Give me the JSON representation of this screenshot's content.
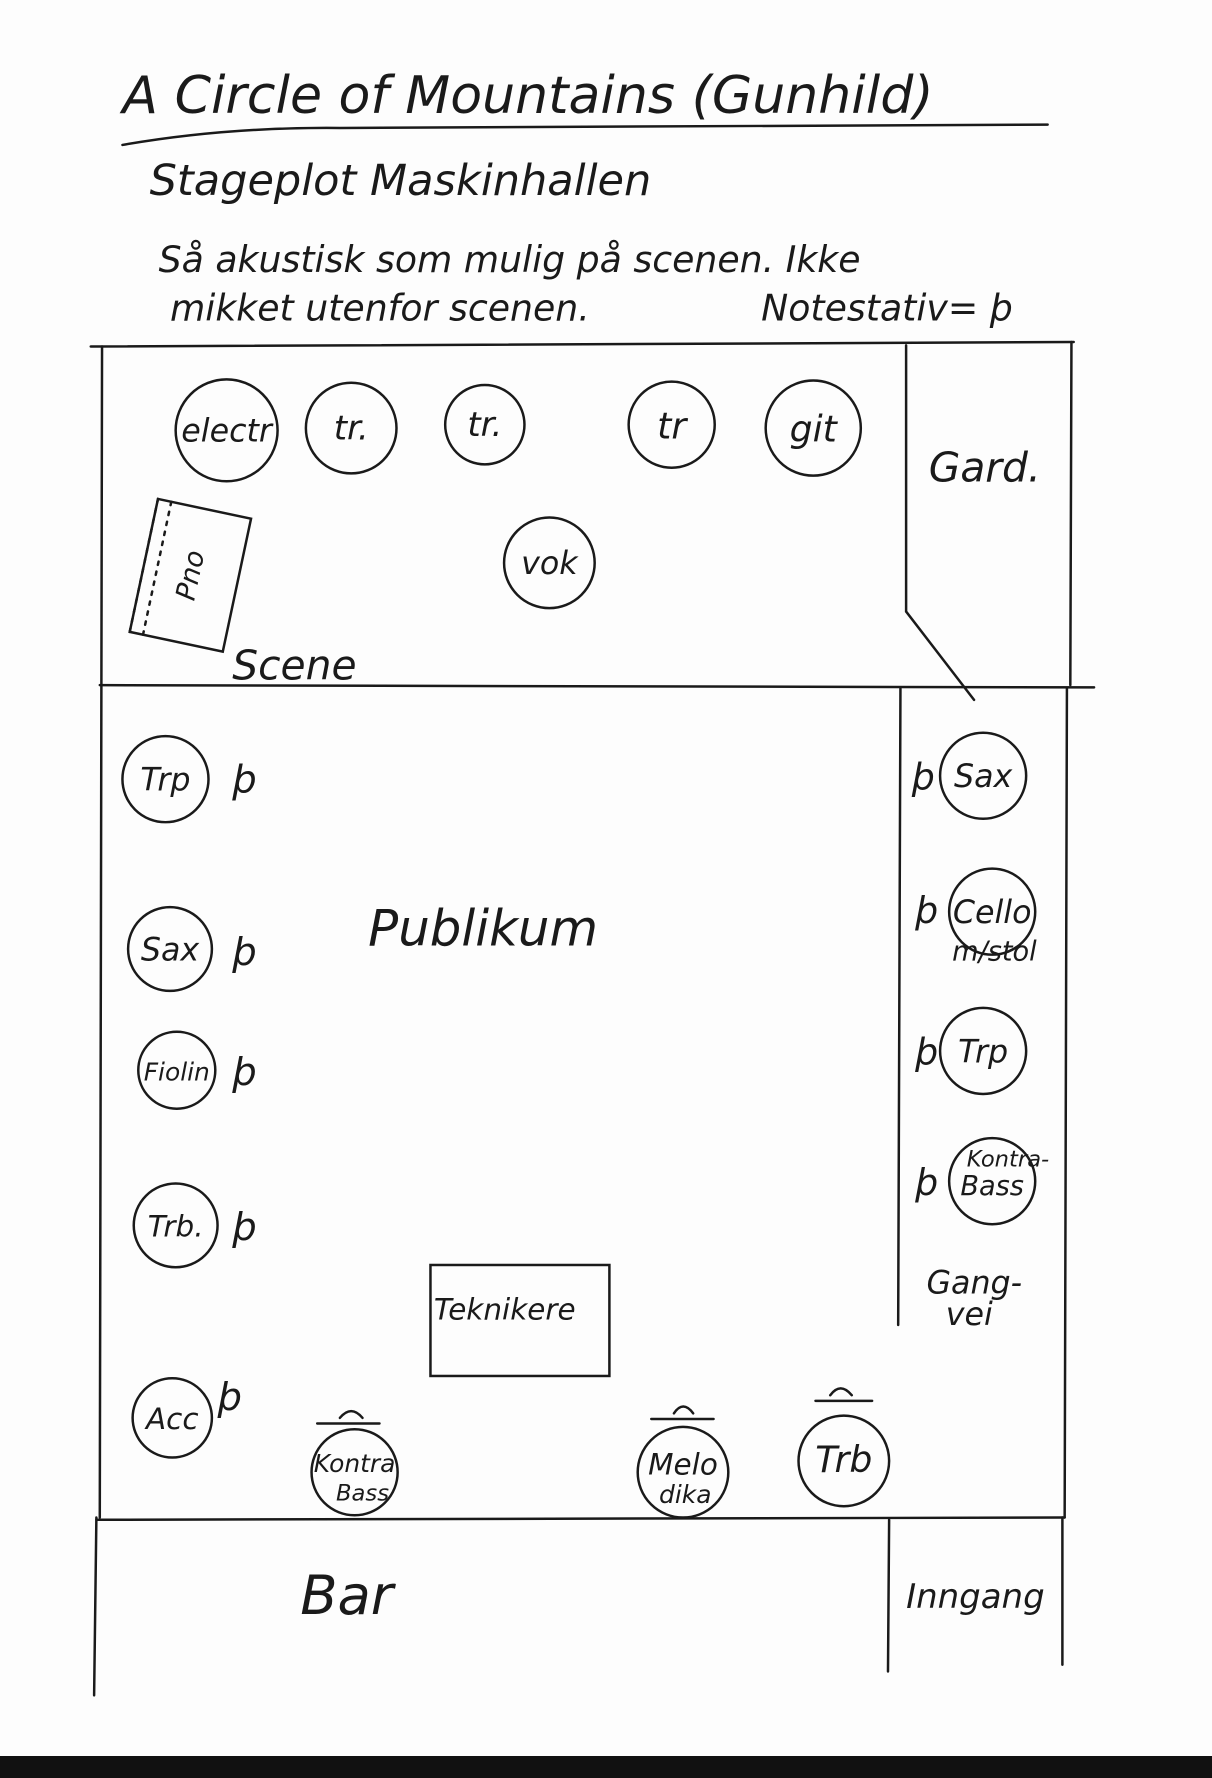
{
  "header": {
    "title": "A Circle of Mountains (Gunhild)",
    "subtitle": "Stageplot   Maskinhallen",
    "note_line1": "Så akustisk som mulig på scenen. Ikke",
    "note_line2": "mikket utenfor scenen.",
    "legend": "Notestativ= þ"
  },
  "stage": {
    "label": "Scene",
    "wardrobe": "Gard.",
    "piano": "Pno",
    "performers": [
      "electr",
      "tr.",
      "tr.",
      "tr",
      "git",
      "vok"
    ]
  },
  "audience": {
    "label": "Publikum",
    "left": [
      "Trp",
      "Sax",
      "Fiolin",
      "Trb.",
      "Acc"
    ],
    "right": [
      "Sax",
      "Cello",
      "Trp",
      "Kontra-",
      "Bass"
    ],
    "right_note": "m/stol",
    "bottom": [
      "Kontra",
      "Bass",
      "Melo",
      "dika",
      "Trb"
    ],
    "technicians": "Teknikere",
    "walkway_1": "Gang-",
    "walkway_2": "vei"
  },
  "bottom": {
    "bar": "Bar",
    "entrance": "Inngang"
  },
  "stand_symbol": "þ"
}
